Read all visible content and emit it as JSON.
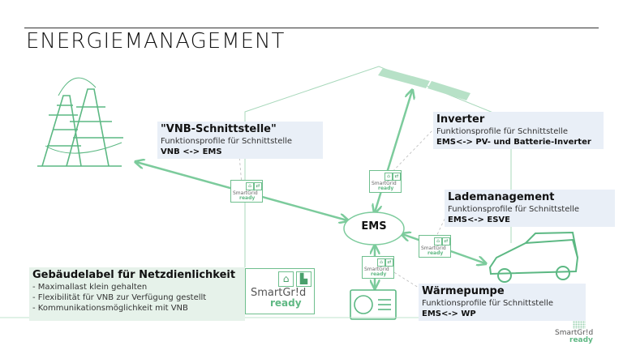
{
  "title": "ENERGIEMANAGEMENT",
  "ems": {
    "label": "EMS"
  },
  "colors": {
    "accent_green": "#6fbf8e",
    "box_blue": "#e9eff7",
    "box_green": "#e6f2ea"
  },
  "boxes": {
    "vnb": {
      "heading": "\"VNB-Schnittstelle\"",
      "sub": "Funktionsprofile für Schnittstelle",
      "bold": "VNB <-> EMS"
    },
    "inverter": {
      "heading": "Inverter",
      "sub": "Funktionsprofile für Schnittstelle",
      "bold": "EMS<-> PV- und Batterie-Inverter"
    },
    "lade": {
      "heading": "Lademanagement",
      "sub": "Funktionsprofile für Schnittstelle",
      "bold": "EMS<-> ESVE"
    },
    "wp": {
      "heading": "Wärmepumpe",
      "sub": "Funktionsprofile für Schnittstelle",
      "bold": "EMS<-> WP"
    }
  },
  "gebaeudelabel": {
    "heading": "Gebäudelabel für Netzdienlichkeit",
    "items": [
      "- Maximallast klein gehalten",
      "- Flexibilität für VNB zur Verfügung gestellt",
      "- Kommunikationsmöglichkeit mit VNB"
    ]
  },
  "badge": {
    "line1": "SmartGr!d",
    "line2": "ready",
    "icon1": "⌂",
    "icon2": "▙"
  },
  "small_badge": {
    "line1": "SmartGrid",
    "line2": "ready",
    "icon1": "⌂",
    "icon2": "⇄"
  },
  "logo": {
    "line1": "SmartGr!d",
    "line2": "ready"
  }
}
